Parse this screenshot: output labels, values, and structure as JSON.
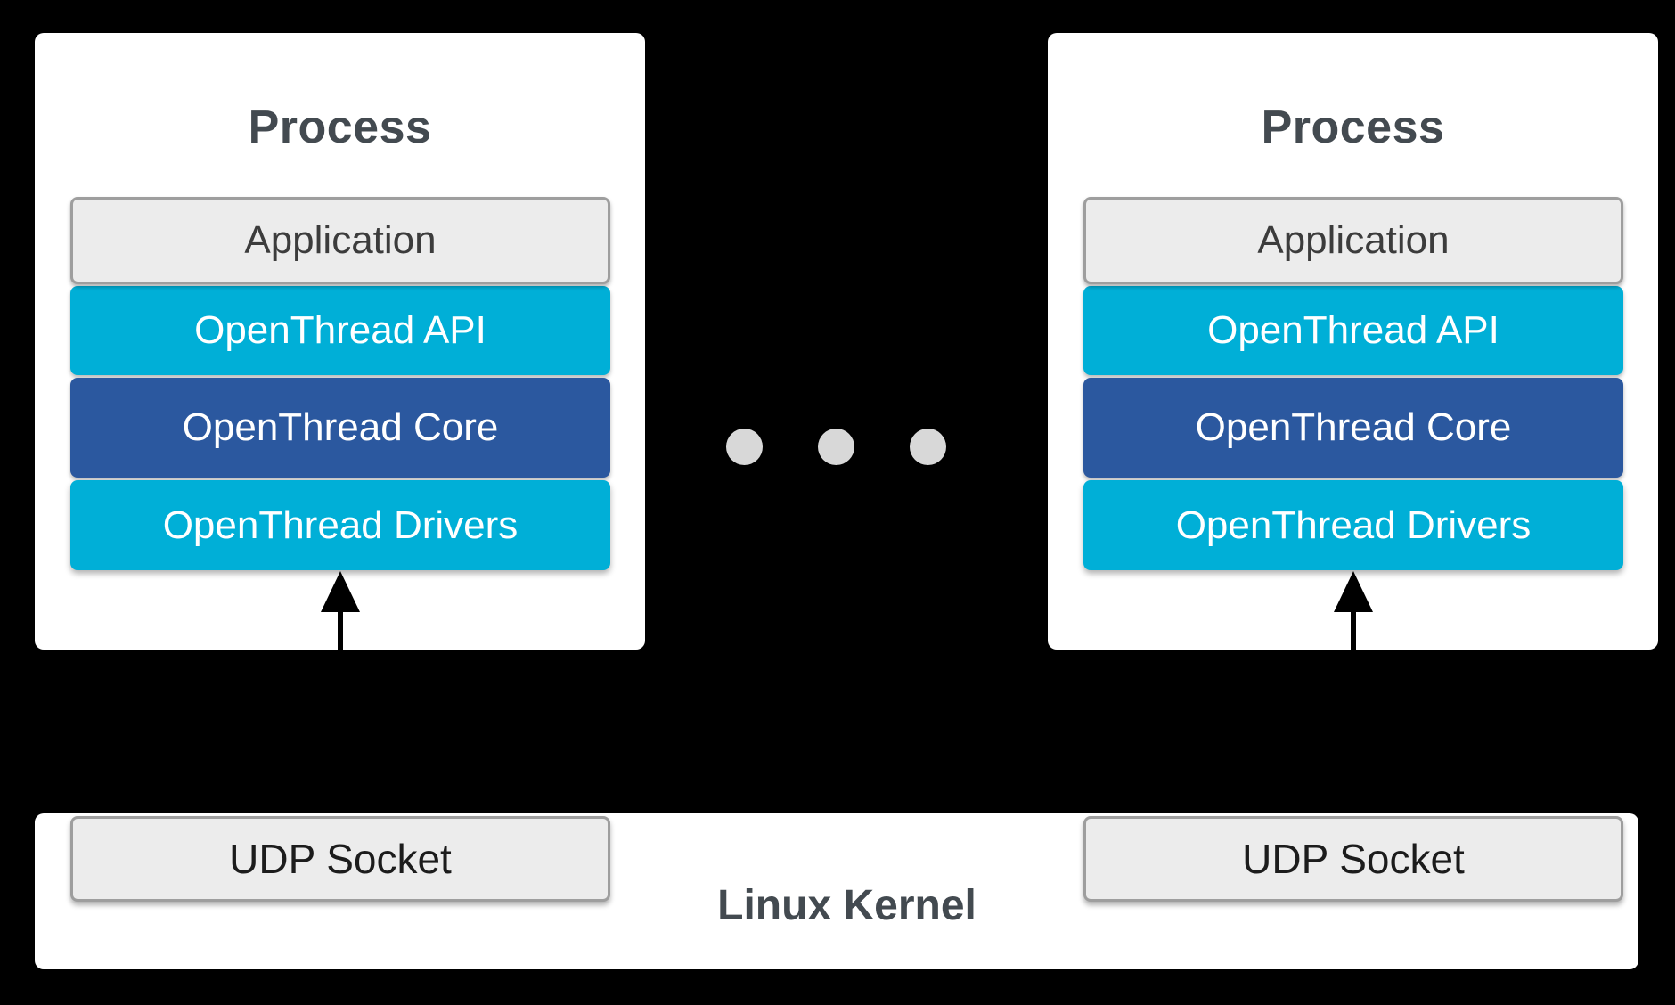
{
  "diagram": {
    "background_color": "#000000",
    "processes": [
      {
        "title": "Process",
        "layers": [
          {
            "label": "Application",
            "color": "#ECECEC",
            "text_color": "#3C3C3C"
          },
          {
            "label": "OpenThread API",
            "color": "#00AFD7",
            "text_color": "#FFFFFF"
          },
          {
            "label": "OpenThread Core",
            "color": "#2B589F",
            "text_color": "#FFFFFF"
          },
          {
            "label": "OpenThread Drivers",
            "color": "#00AFD7",
            "text_color": "#FFFFFF"
          }
        ]
      },
      {
        "title": "Process",
        "layers": [
          {
            "label": "Application",
            "color": "#ECECEC",
            "text_color": "#3C3C3C"
          },
          {
            "label": "OpenThread API",
            "color": "#00AFD7",
            "text_color": "#FFFFFF"
          },
          {
            "label": "OpenThread Core",
            "color": "#2B589F",
            "text_color": "#FFFFFF"
          },
          {
            "label": "OpenThread Drivers",
            "color": "#00AFD7",
            "text_color": "#FFFFFF"
          }
        ]
      }
    ],
    "ellipsis": {
      "dot_count": 3,
      "dot_color": "#D8D8D8"
    },
    "kernel": {
      "title": "Linux Kernel",
      "title_color": "#434A50",
      "sockets": [
        {
          "label": "UDP Socket"
        },
        {
          "label": "UDP Socket"
        }
      ]
    },
    "arrows": [
      {
        "direction": "up",
        "from": "UDP Socket",
        "to": "OpenThread Drivers"
      },
      {
        "direction": "up",
        "from": "UDP Socket",
        "to": "OpenThread Drivers"
      }
    ]
  }
}
